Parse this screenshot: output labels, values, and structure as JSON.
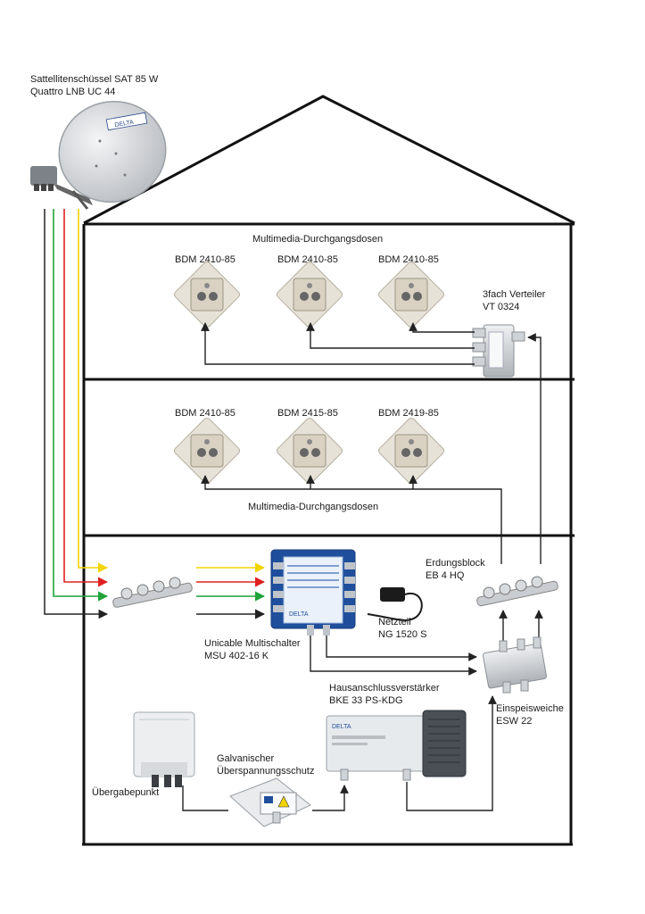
{
  "labels": {
    "sat_dish_line1": "Sattellitenschüssel SAT 85 W",
    "sat_dish_line2": "Quattro LNB UC 44",
    "dish_brand": "DELTA",
    "top_floor_title": "Multimedia-Durchgangsdosen",
    "top_sockets": [
      "BDM 2410-85",
      "BDM 2410-85",
      "BDM 2410-85"
    ],
    "splitter_line1": "3fach Verteiler",
    "splitter_line2": "VT 0324",
    "mid_sockets": [
      "BDM 2410-85",
      "BDM 2415-85",
      "BDM 2419-85"
    ],
    "mid_floor_title": "Multimedia-Durchgangsdosen",
    "ground_block_line1": "Erdungsblock",
    "ground_block_line2": "EB 4 HQ",
    "psu_line1": "Netzteil",
    "psu_line2": "NG 1520 S",
    "multiswitch_line1": "Unicable Multischalter",
    "multiswitch_line2": "MSU 402-16 K",
    "multiswitch_brand": "DELTA",
    "amp_line1": "Hausanschlussverstärker",
    "amp_line2": "BKE 33 PS-KDG",
    "amp_brand": "DELTA",
    "diplexer_line1": "Einspeisweiche",
    "diplexer_line2": "ESW 22",
    "surge_line1": "Galvanischer",
    "surge_line2": "Überspannungsschutz",
    "handover": "Übergabepunkt"
  },
  "colors": {
    "wall": "#111111",
    "cable_black": "#222222",
    "cable_red": "#e02020",
    "cable_green": "#1fa33a",
    "cable_yellow": "#f2d400",
    "device_blue": "#1f4f9c",
    "device_grey": "#c9ccd0"
  }
}
